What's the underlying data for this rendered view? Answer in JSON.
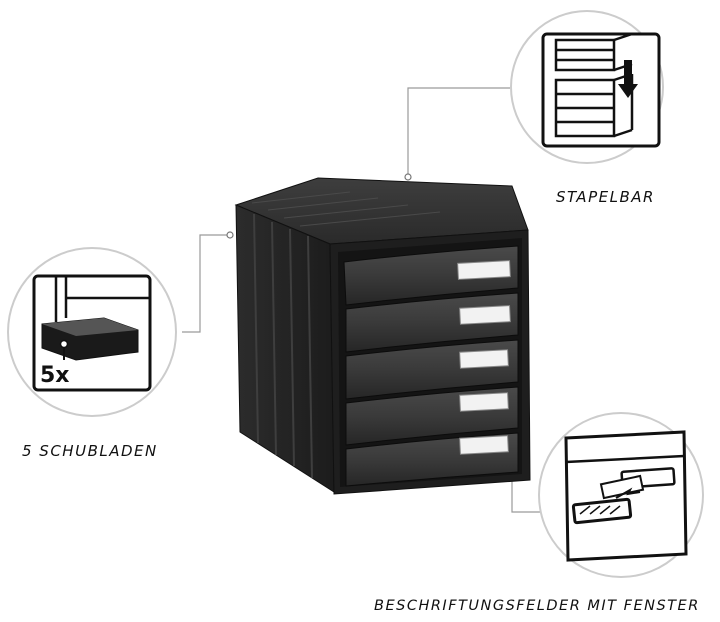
{
  "captions": {
    "stackable": "STAPELBAR",
    "drawers": "5 SCHUBLADEN",
    "label_fields": "BESCHRIFTUNGSFELDER MIT FENSTER"
  },
  "drawer_badge": "5x",
  "drawer_count": 5,
  "colors": {
    "cabinet_body": "#2a2a2a",
    "drawer_front": "#3a3a3a",
    "label_field": "#f2f2f2",
    "circle_outline": "#cccccc",
    "callout_line": "#999999"
  }
}
